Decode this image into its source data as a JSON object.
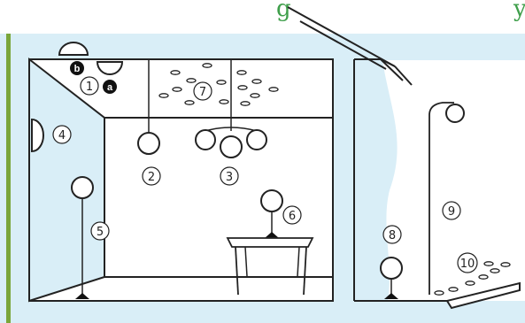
{
  "header": {
    "text": "g",
    "text2": "y"
  },
  "labels": {
    "l1": "1",
    "l2": "2",
    "l3": "3",
    "l4": "4",
    "l5": "5",
    "l6": "6",
    "l7": "7",
    "l8": "8",
    "l9": "9",
    "l10": "10"
  },
  "badges": {
    "a": "a",
    "b": "b"
  },
  "colors": {
    "page_background": "#ffffff",
    "wall_tint": "#d9eef7",
    "accent_green": "#7aa63a",
    "header_green": "#3f9f4b",
    "line": "#222222"
  }
}
